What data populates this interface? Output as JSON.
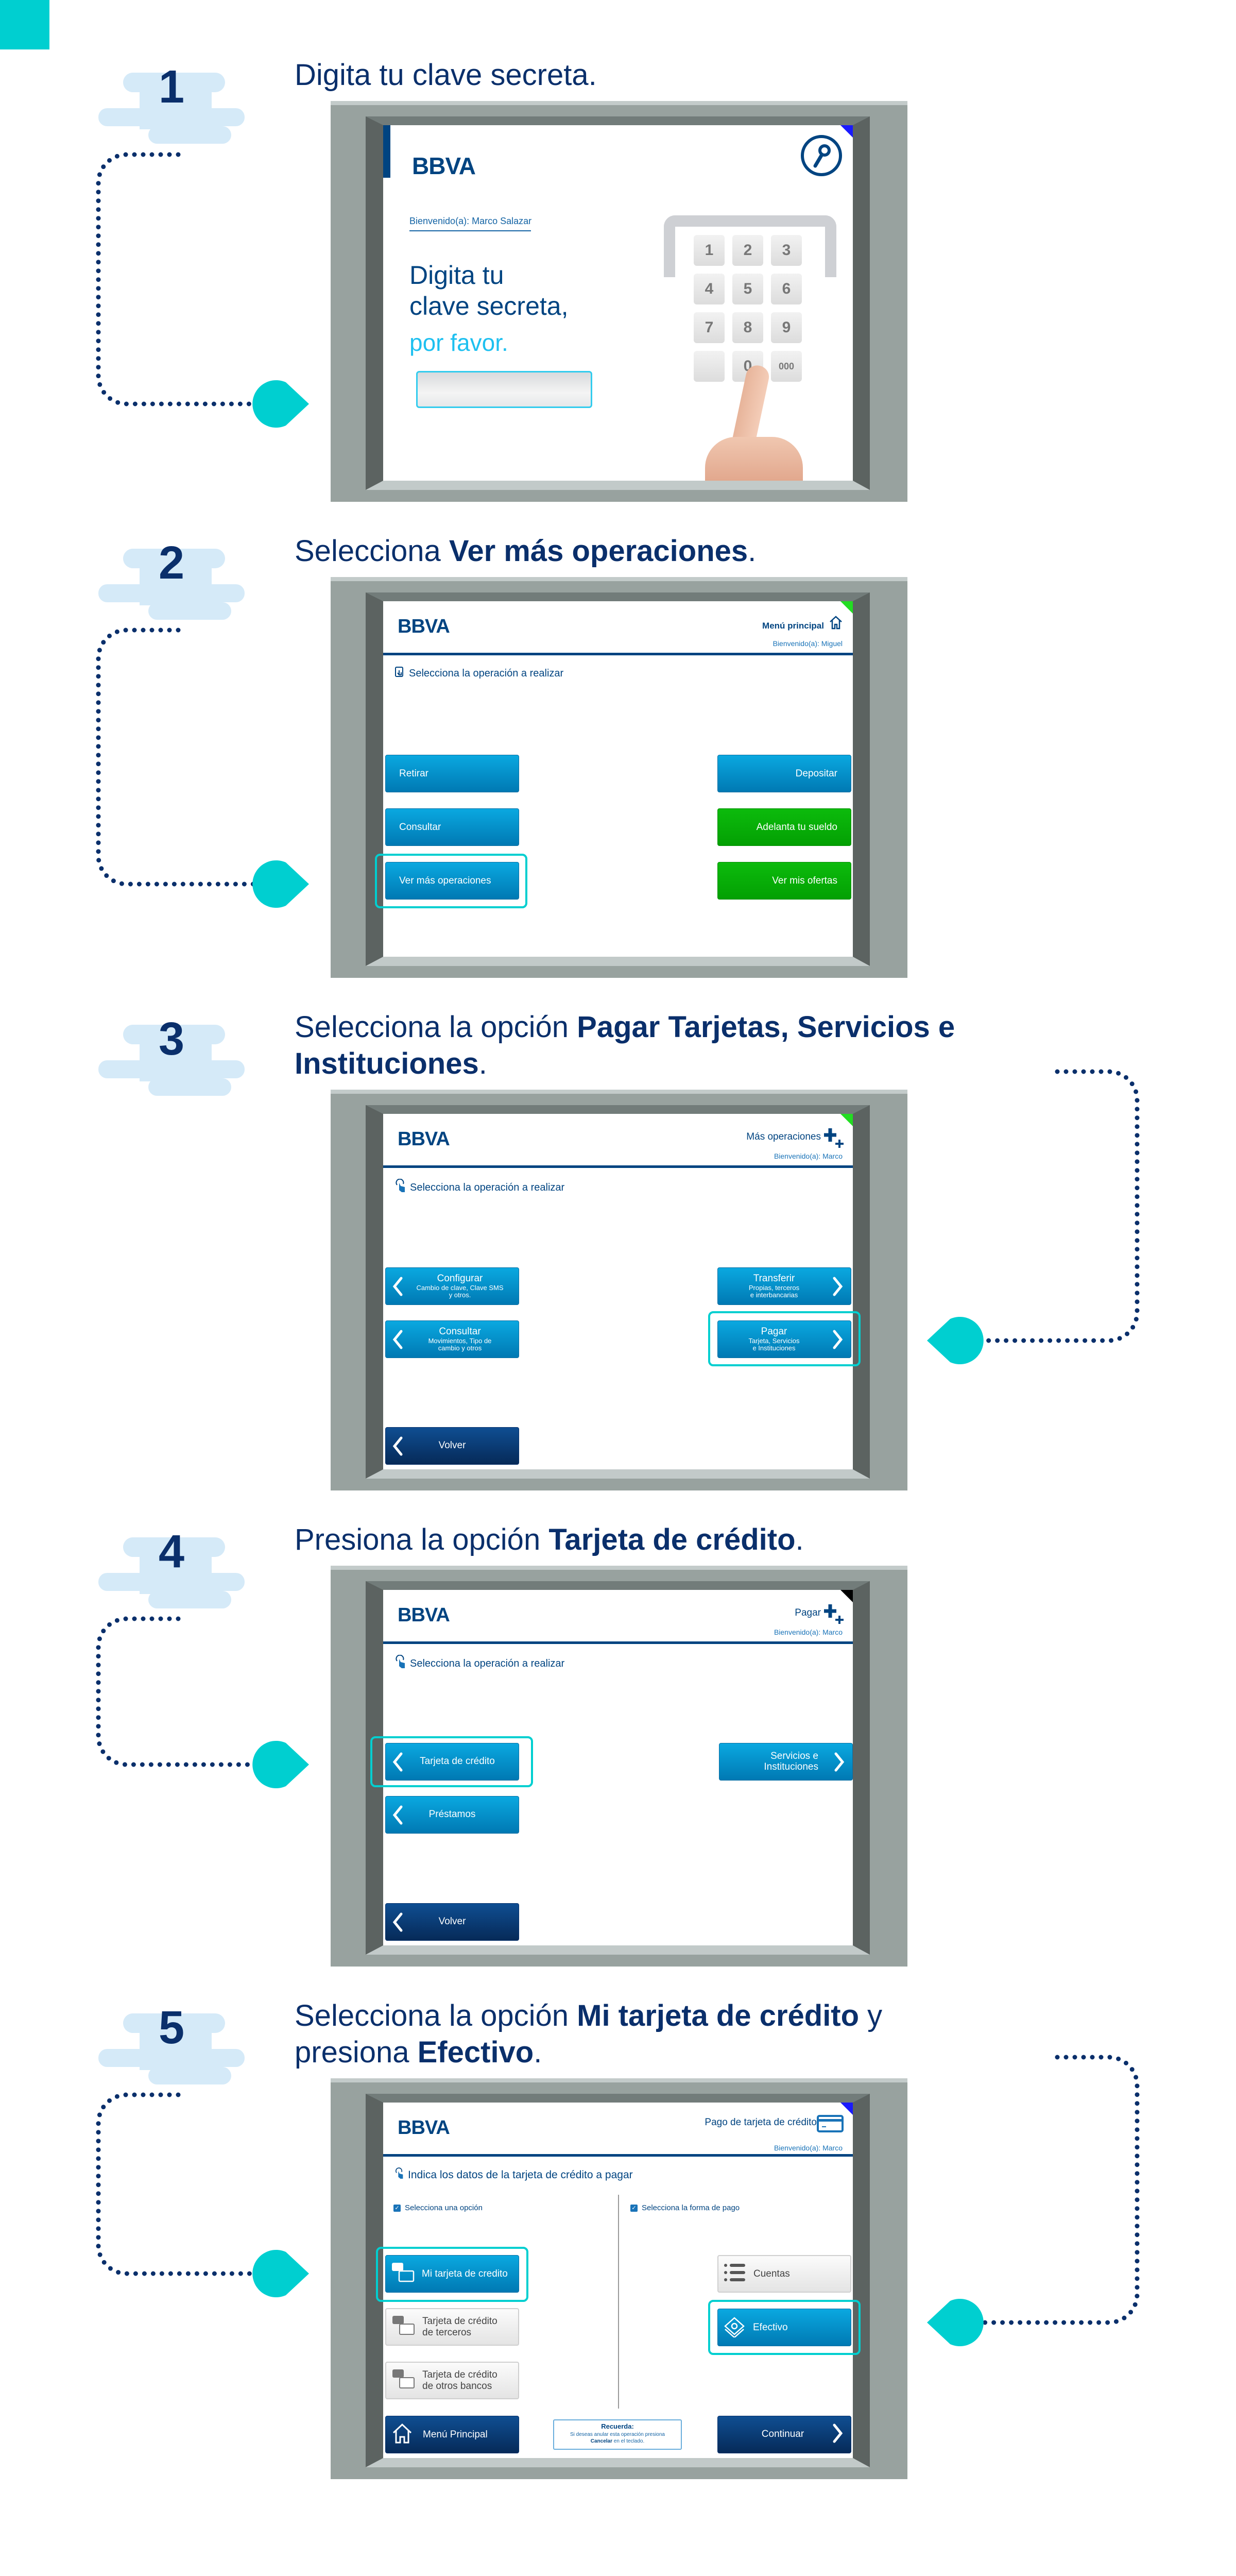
{
  "colors": {
    "accent": "#00cfd0",
    "navy": "#0a2f6b",
    "bbva_blue": "#004481",
    "badge": "#d5eaf8"
  },
  "steps": [
    {
      "number": "1",
      "lines": [
        [
          {
            "t": "Digita tu clave secreta."
          }
        ]
      ]
    },
    {
      "number": "2",
      "lines": [
        [
          {
            "t": "Selecciona "
          },
          {
            "t": "Ver más operaciones",
            "b": true
          },
          {
            "t": "."
          }
        ]
      ]
    },
    {
      "number": "3",
      "lines": [
        [
          {
            "t": "Selecciona la opción "
          },
          {
            "t": "Pagar Tarjetas, Servicios e",
            "b": true
          }
        ],
        [
          {
            "t": "Instituciones",
            "b": true
          },
          {
            "t": "."
          }
        ]
      ]
    },
    {
      "number": "4",
      "lines": [
        [
          {
            "t": "Presiona la opción "
          },
          {
            "t": "Tarjeta de crédito",
            "b": true
          },
          {
            "t": "."
          }
        ]
      ]
    },
    {
      "number": "5",
      "lines": [
        [
          {
            "t": "Selecciona la opción "
          },
          {
            "t": "Mi tarjeta de crédito",
            "b": true
          },
          {
            "t": " y"
          }
        ],
        [
          {
            "t": "presiona "
          },
          {
            "t": "Efectivo",
            "b": true
          },
          {
            "t": "."
          }
        ]
      ]
    }
  ],
  "screen1": {
    "logo": "BBVA",
    "welcome": "Bienvenido(a): Marco Salazar",
    "prompt": [
      "Digita tu",
      "clave secreta,",
      "por favor."
    ],
    "keys": [
      "1",
      "2",
      "3",
      "4",
      "5",
      "6",
      "7",
      "8",
      "9",
      "",
      "0",
      "000"
    ],
    "corner_color": "#1a1aff",
    "icon": "key-icon"
  },
  "screen2": {
    "logo": "BBVA",
    "title": "Menú principal",
    "welcome": "Bienvenido(a): Miguel",
    "subtitle": "Selecciona la operación a realizar",
    "left": [
      "Retirar",
      "Consultar",
      "Ver más operaciones"
    ],
    "right": [
      "Depositar",
      "Adelanta tu sueldo",
      "Ver mis ofertas"
    ],
    "corner_color": "#22dd22"
  },
  "screen3": {
    "logo": "BBVA",
    "title": "Más operaciones",
    "welcome": "Bienvenido(a): Marco",
    "subtitle": "Selecciona la operación a realizar",
    "configurar": {
      "t": "Configurar",
      "s": [
        "Cambio de clave, Clave SMS",
        "y otros."
      ]
    },
    "consultar": {
      "t": "Consultar",
      "s": [
        "Movimientos, Tipo de",
        "cambio y otros"
      ]
    },
    "transferir": {
      "t": "Transferir",
      "s": [
        "Propias, terceros",
        "e interbancarias"
      ]
    },
    "pagar": {
      "t": "Pagar",
      "s": [
        "Tarjeta, Servicios",
        "e Instituciones"
      ]
    },
    "volver": "Volver",
    "corner_color": "#22dd22"
  },
  "screen4": {
    "logo": "BBVA",
    "title": "Pagar",
    "welcome": "Bienvenido(a): Marco",
    "subtitle": "Selecciona la operación a realizar",
    "tarjeta": "Tarjeta de crédito",
    "prestamos": "Préstamos",
    "servicios": [
      "Servicios e",
      "Instituciones"
    ],
    "volver": "Volver",
    "corner_color": "#000000"
  },
  "screen5": {
    "logo": "BBVA",
    "title": "Pago de tarjeta de crédito",
    "welcome": "Bienvenido(a): Marco",
    "subtitle": "Indica los datos de la tarjeta de crédito a pagar",
    "left_label": "Selecciona una opción",
    "right_label": "Selecciona la forma de pago",
    "mi_tarjeta": "Mi tarjeta de credito",
    "terceros": [
      "Tarjeta de crédito",
      "de terceros"
    ],
    "otros": [
      "Tarjeta de crédito",
      "de otros bancos"
    ],
    "cuentas": "Cuentas",
    "efectivo": "Efectivo",
    "menu": "Menú Principal",
    "continuar": "Continuar",
    "recuerda": {
      "title": "Recuerda:",
      "line1": "Si deseas anular esta operación presiona",
      "bold": "Cancelar",
      "rest": " en el teclado."
    },
    "corner_color": "#1a1aff"
  }
}
